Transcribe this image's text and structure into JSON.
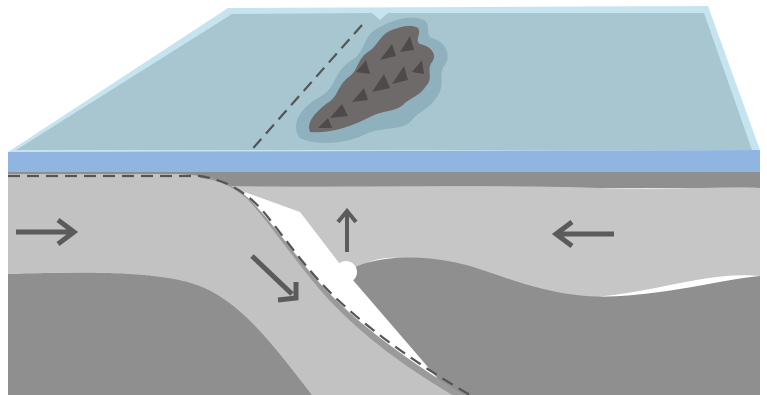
{
  "diagram": {
    "kind": "subduction-zone-block-diagram",
    "colors": {
      "background": "#ffffff",
      "ocean_surface": "#a7c6cf",
      "ocean_surface_edge": "#c6e4f0",
      "ocean_front": "#8fb5e0",
      "island_shallow_water": "#8eb1bd",
      "island_rock": "#6f6a6a",
      "island_rock_dark": "#4f4a4a",
      "seabed_band": "#8f8f8f",
      "continental_crust": "#c6c6c6",
      "mantle": "#8f8f8f",
      "subducting_plate": "#c2c2c2",
      "plate_edge": "#9a9a9a",
      "dashed_line": "#555555",
      "arrow": "#5b5b5b",
      "hypocenter": "#ffffff"
    },
    "arrows": [
      {
        "name": "left-plate-motion-arrow",
        "direction": "right"
      },
      {
        "name": "right-plate-motion-arrow",
        "direction": "left"
      },
      {
        "name": "subduction-arrow",
        "direction": "down-right"
      },
      {
        "name": "uplift-arrow",
        "direction": "up"
      }
    ],
    "markers": [
      {
        "name": "hypocenter-dot",
        "shape": "circle",
        "color": "white"
      }
    ]
  }
}
